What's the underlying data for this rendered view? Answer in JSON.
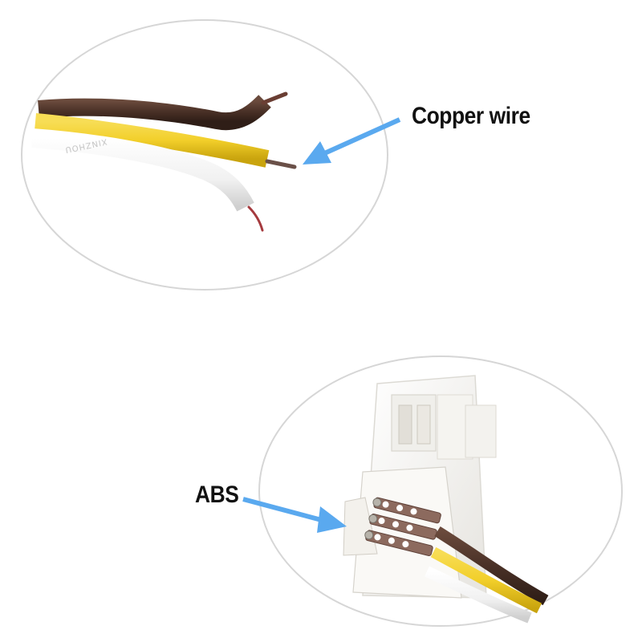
{
  "callouts": {
    "copper_wire": "Copper wire",
    "abs": "ABS"
  },
  "cable_print": "XINZHOU",
  "colors": {
    "arrow": "#5aa9ef",
    "circle_outline": "#d6d6d6",
    "wire_brown": "#4a3127",
    "wire_yellow": "#f2cf2a",
    "wire_white": "#f4f4f4",
    "copper": "#b8664a",
    "connector": "#f7f6f3"
  }
}
